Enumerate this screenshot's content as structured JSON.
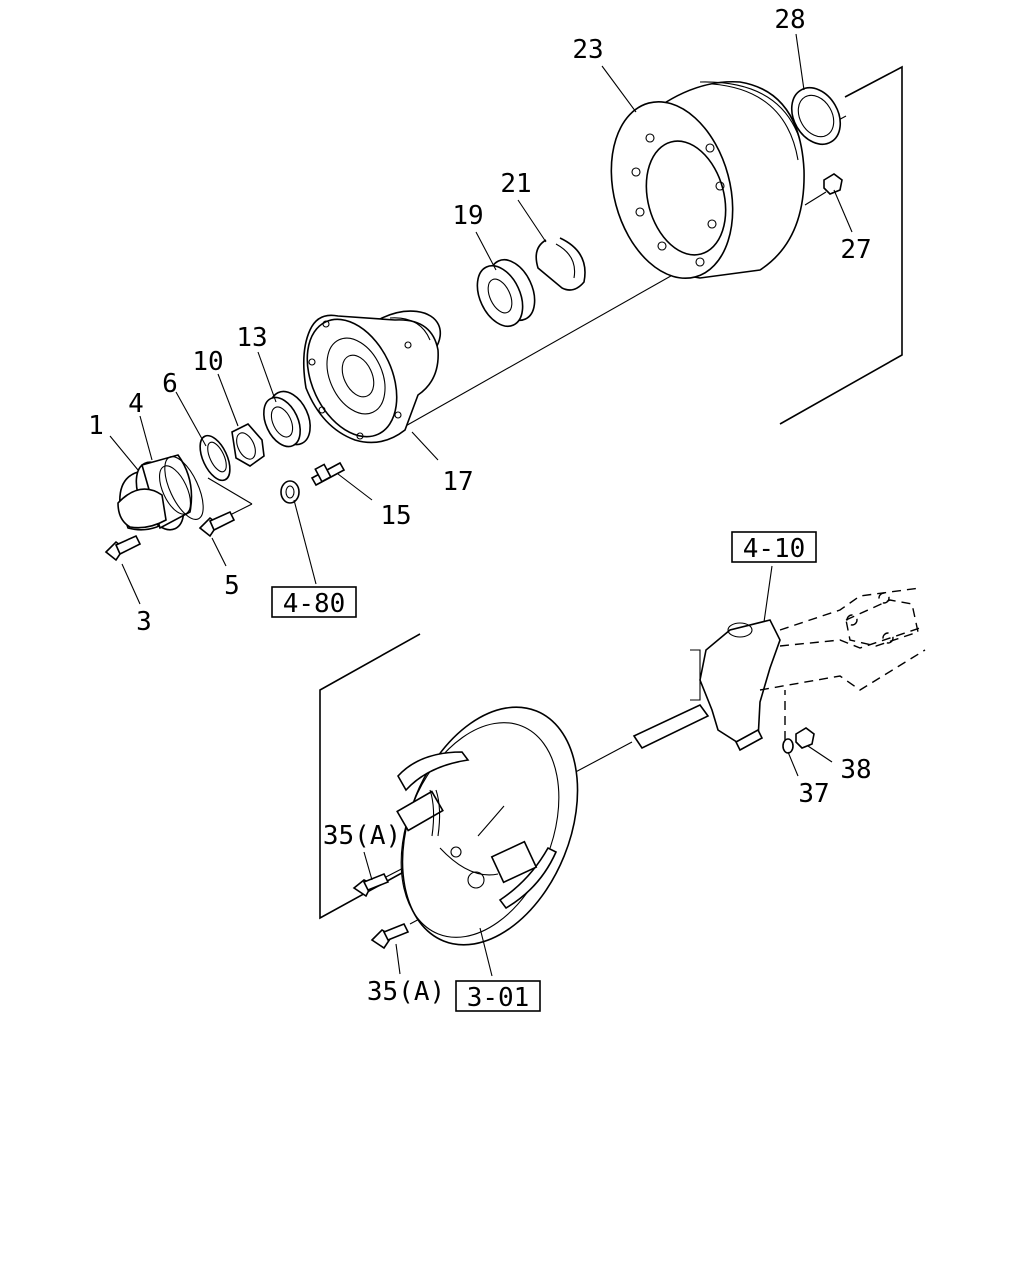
{
  "callouts": {
    "c1": "1",
    "c3": "3",
    "c4": "4",
    "c5": "5",
    "c6": "6",
    "c10": "10",
    "c13": "13",
    "c15": "15",
    "c17": "17",
    "c19": "19",
    "c21": "21",
    "c23": "23",
    "c27": "27",
    "c28": "28",
    "c35a_upper": "35(A)",
    "c35a_lower": "35(A)",
    "c37": "37",
    "c38": "38"
  },
  "references": {
    "ref_4_80": "4-80",
    "ref_4_10": "4-10",
    "ref_3_01": "3-01"
  }
}
